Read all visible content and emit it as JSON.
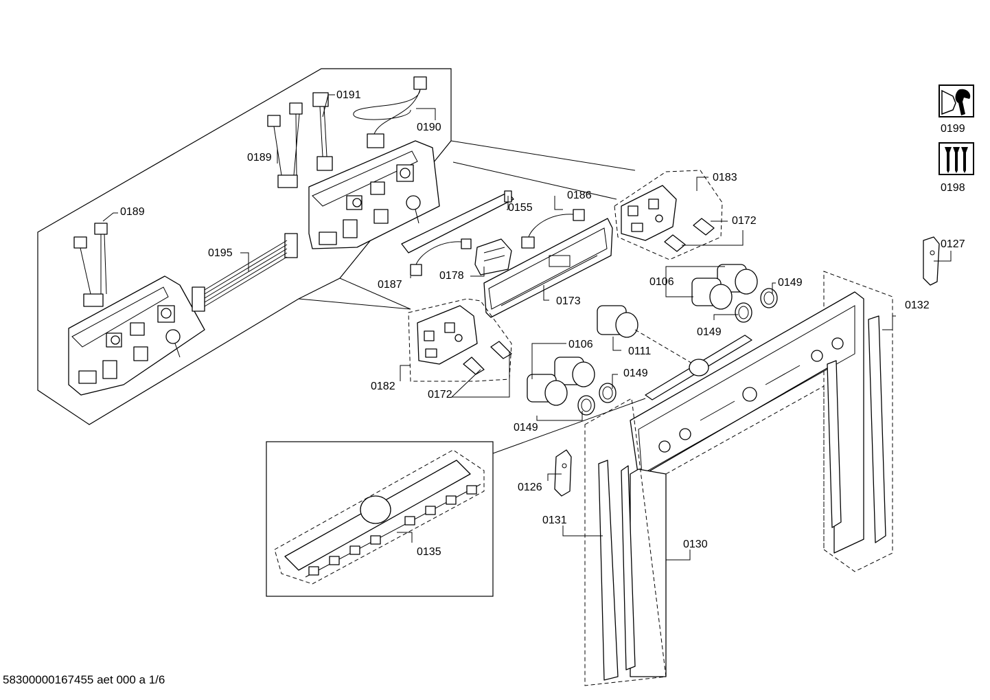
{
  "document_id": "58300000167455 aet 000 a 1/6",
  "icons": [
    {
      "id": "tool",
      "label": "0199",
      "icon": "wrench-icon"
    },
    {
      "id": "screws",
      "label": "0198",
      "icon": "screws-icon"
    }
  ],
  "labels": {
    "l0191": "0191",
    "l0190": "0190",
    "l0189a": "0189",
    "l0189b": "0189",
    "l0195": "0195",
    "l0155": "0155",
    "l0186": "0186",
    "l0187": "0187",
    "l0178": "0178",
    "l0173": "0173",
    "l0183": "0183",
    "l0172a": "0172",
    "l0106a": "0106",
    "l0149a": "0149",
    "l0149b": "0149",
    "l0111": "0111",
    "l0106b": "0106",
    "l0149c": "0149",
    "l0149d": "0149",
    "l0182": "0182",
    "l0172b": "0172",
    "l0127": "0127",
    "l0132": "0132",
    "l0126": "0126",
    "l0131": "0131",
    "l0130": "0130",
    "l0135": "0135"
  }
}
